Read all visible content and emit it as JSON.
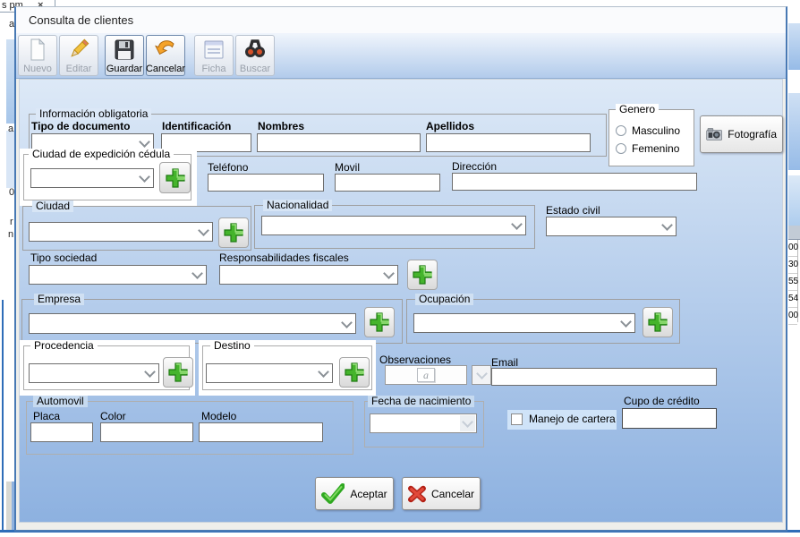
{
  "background": {
    "tab": {
      "label": "s pm",
      "close": "×"
    },
    "left_fragments": [
      "a",
      "a",
      "0",
      "r",
      "n"
    ],
    "right_table_rows": [
      "00",
      "30",
      "55",
      "54",
      "00"
    ]
  },
  "window": {
    "title": "Consulta de clientes",
    "toolbar": {
      "nuevo": "Nuevo",
      "editar": "Editar",
      "guardar": "Guardar",
      "cancelar": "Cancelar",
      "ficha": "Ficha",
      "buscar": "Buscar"
    },
    "form": {
      "info_group_label": "Información obligatoria",
      "tipo_documento_label": "Tipo de documento",
      "identificacion_label": "Identificación",
      "nombres_label": "Nombres",
      "apellidos_label": "Apellidos",
      "genero_label": "Genero",
      "genero_masculino": "Masculino",
      "genero_femenino": "Femenino",
      "fotografia_label": "Fotografía",
      "ciudad_expedicion_label": "Ciudad de expedición cédula",
      "telefono_label": "Teléfono",
      "movil_label": "Movil",
      "direccion_label": "Dirección",
      "ciudad_label": "Ciudad",
      "nacionalidad_label": "Nacionalidad",
      "estado_civil_label": "Estado civil",
      "tipo_sociedad_label": "Tipo sociedad",
      "responsabilidades_label": "Responsabilidades fiscales",
      "empresa_label": "Empresa",
      "ocupacion_label": "Ocupación",
      "procedencia_label": "Procedencia",
      "destino_label": "Destino",
      "observaciones_label": "Observaciones",
      "observaciones_icon_glyph": "a",
      "email_label": "Email",
      "automovil_label": "Automovil",
      "placa_label": "Placa",
      "color_label": "Color",
      "modelo_label": "Modelo",
      "fecha_nacimiento_label": "Fecha de nacimiento",
      "manejo_cartera_label": "Manejo de cartera",
      "cupo_credito_label": "Cupo de crédito",
      "aceptar_label": "Aceptar",
      "cancelar_label": "Cancelar"
    },
    "colors": {
      "accent_green": "#3fae2a",
      "accent_red": "#d8372a",
      "frame_blue": "#2e6db8"
    }
  }
}
